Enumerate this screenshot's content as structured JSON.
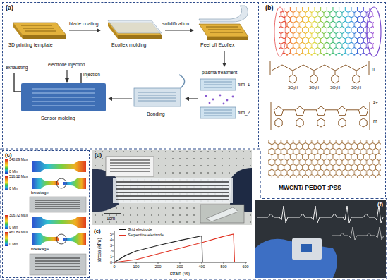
{
  "diagram": {
    "nodes": [
      {
        "text": [
          "(a)"
        ]
      },
      {
        "text": [
          "(b)"
        ]
      },
      {
        "text": [
          "(c)"
        ]
      },
      {
        "text": [
          "(d)"
        ]
      },
      {
        "text": [
          "(e)"
        ]
      },
      {
        "text": [
          "(f)"
        ]
      }
    ],
    "labels": [
      "3D printing template",
      "blade coating",
      "Ecoflex molding",
      "solidification",
      "Peel off Ecoflex",
      "exhausting",
      "electrode injection",
      "injection",
      "plasma treatment",
      "film_1",
      "film_2",
      "Sensor molding",
      "Bonding",
      "SO₃H",
      "SO₃H",
      "SO₃H",
      "SO₃H",
      "n",
      "2+",
      "m",
      "MWCNT/ PEDOT :PSS",
      "348.89 Max",
      "0 Min",
      "516.12 Max",
      "0 Min",
      "breakage",
      "306.72 Max",
      "0 Min",
      "461.89 Max",
      "0 Min",
      "breakage",
      "1cm",
      "stress (kPa)",
      "strain (%)",
      "0",
      "1",
      "2",
      "3",
      "4",
      "5",
      "0",
      "100",
      "200",
      "300",
      "400",
      "500",
      "600"
    ],
    "legend": [
      {
        "text": "Grid electrode"
      },
      {
        "text": "Serpentine electrode"
      }
    ]
  }
}
